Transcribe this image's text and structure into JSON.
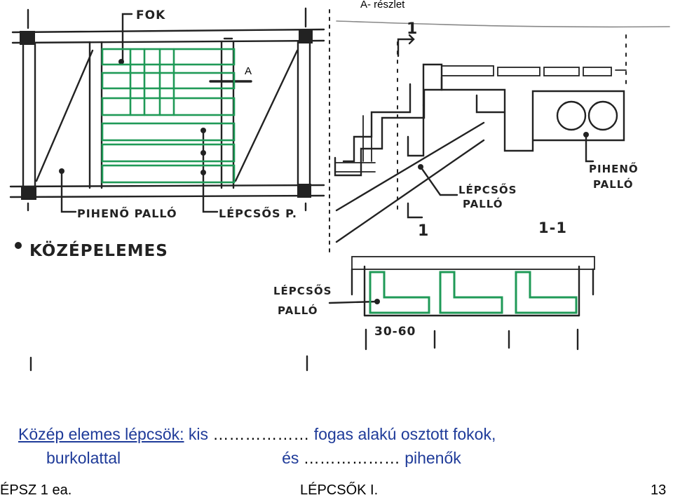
{
  "detail_title": "A- részlet",
  "plan": {
    "section_mark": "A",
    "labels": {
      "fok": "FOK",
      "piheno_pallo": "PIHENŐ PALLÓ",
      "lepcsos_p": "LÉPCSŐS P."
    },
    "heading": "KÖZÉPELEMES"
  },
  "section": {
    "cut_mark_top": "1",
    "cut_mark_bottom": "1",
    "section_name": "1-1",
    "labels": {
      "lepcsos_line1": "LÉPCSŐS",
      "lepcsos_line2": "PALLÓ",
      "piheno_line1": "PIHENŐ",
      "piheno_line2": "PALLÓ"
    }
  },
  "bottom_detail": {
    "lepcsos_line1": "LÉPCSŐS",
    "lepcsos_line2": "PALLÓ",
    "dimension": "30-60"
  },
  "caption": {
    "line1_part1": "Közép elemes lépcsök:",
    "line1_part2": " kis",
    "line1_dots": " ………………",
    "line1_part3": " fogas alakú osztott fokok,",
    "line2_part1": "burkolattal",
    "line2_part2": "és",
    "line2_dots": " ………………",
    "line2_part3": " pihenők"
  },
  "footer": {
    "left": "ÉPSZ 1 ea.",
    "center": "LÉPCSŐK I.",
    "page": "13"
  },
  "colors": {
    "ink": "#222222",
    "green": "#1f9a57",
    "blue": "#1f3b99"
  }
}
